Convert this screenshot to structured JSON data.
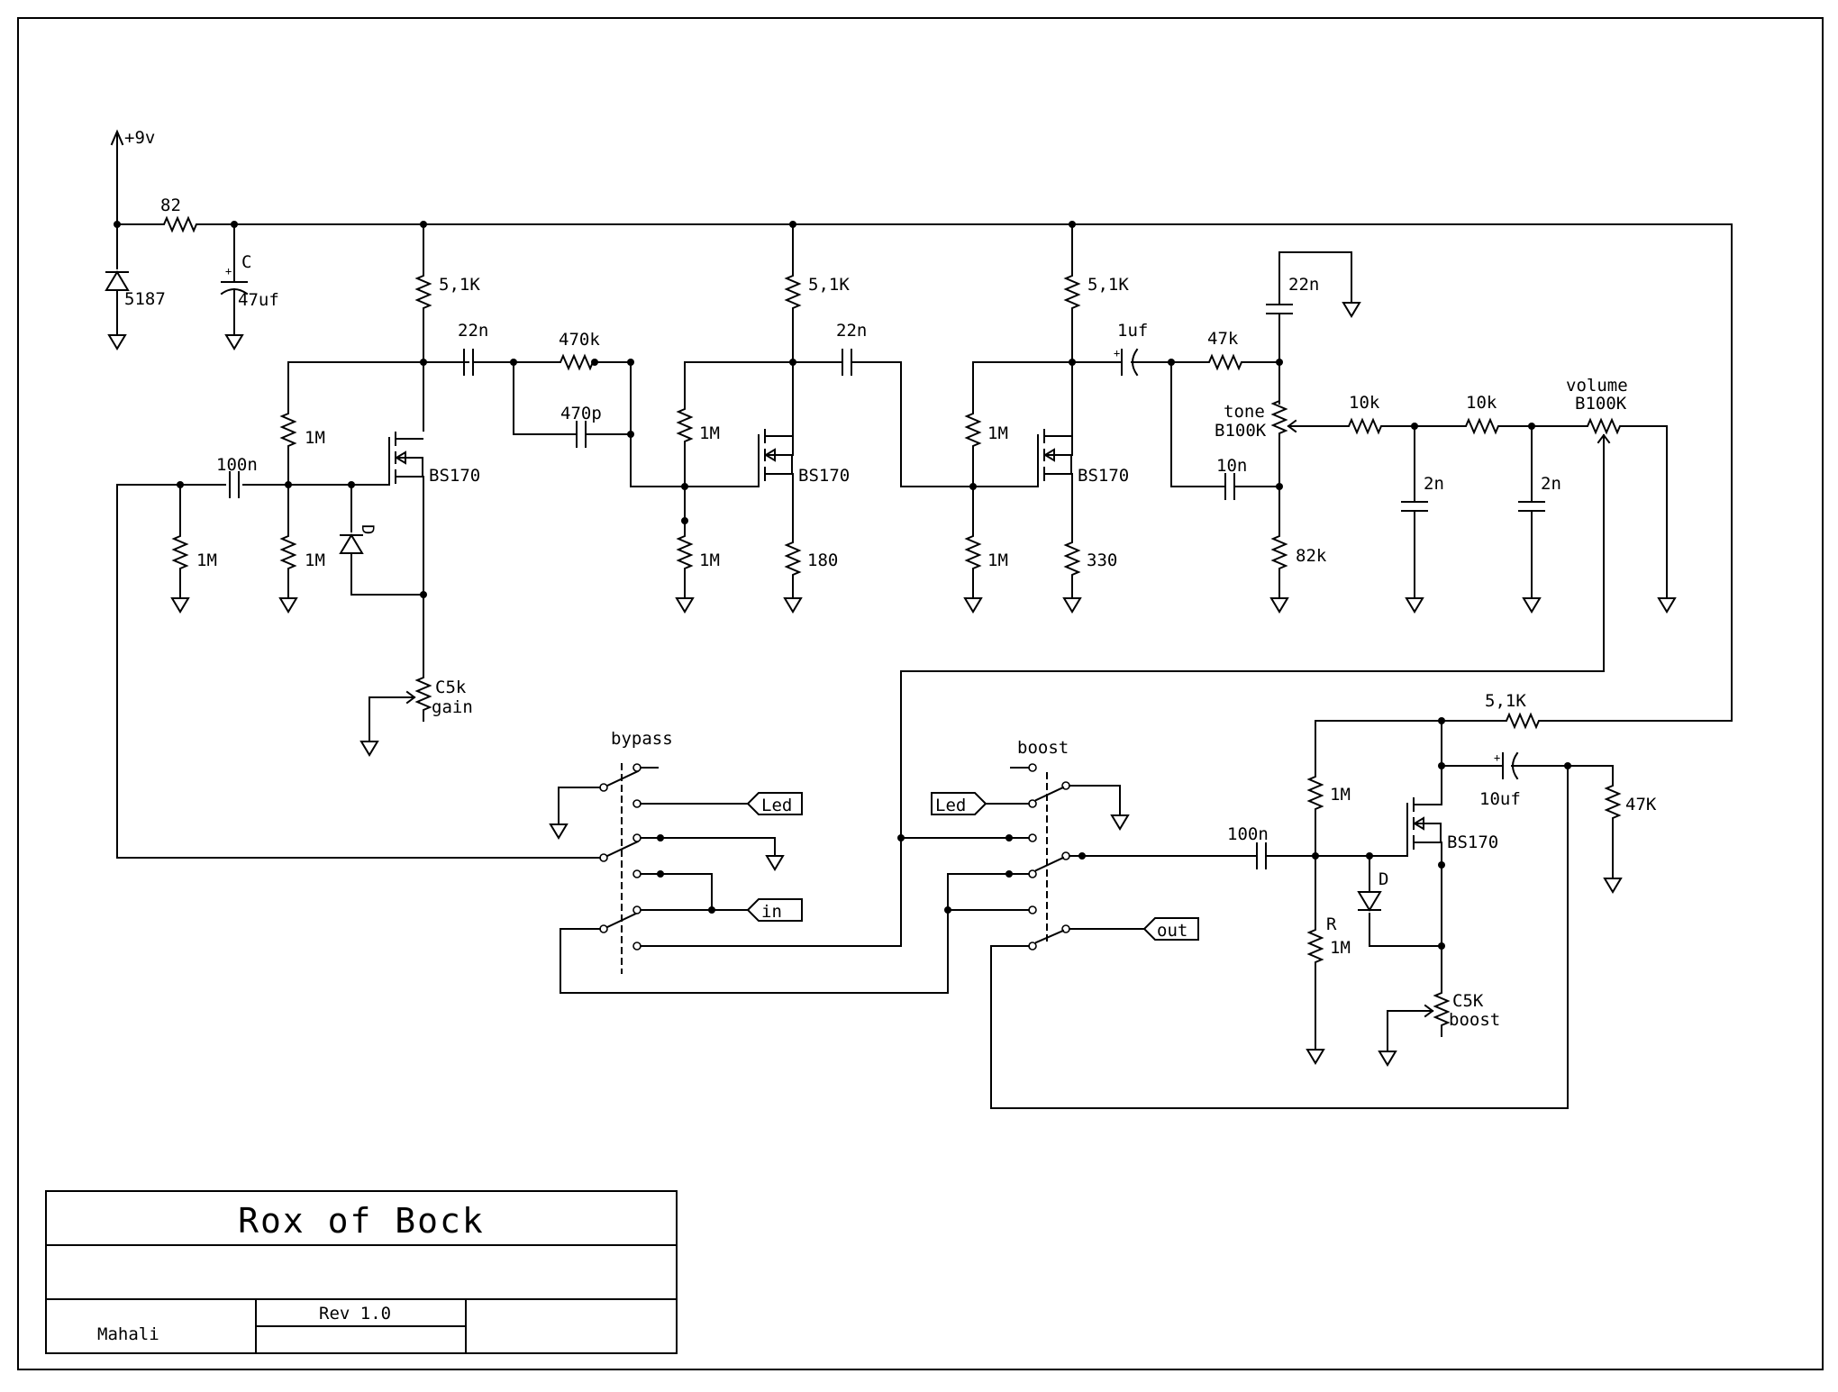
{
  "title_block": {
    "title": "Rox of Bock",
    "author": "Mahali",
    "revision": "Rev 1.0"
  },
  "power": {
    "supply": "+9v",
    "series_resistor": "82",
    "zener": "5187",
    "filter_cap_ref": "C",
    "filter_cap_value": "47uf"
  },
  "stage1": {
    "input_cap": "100n",
    "input_resistor": "1M",
    "bias_top": "1M",
    "bias_bottom": "1M",
    "drain_resistor": "5,1K",
    "mosfet": "BS170",
    "diode": "D",
    "gain_pot": "C5k",
    "gain_label": "gain",
    "coupling_cap": "22n",
    "feedback_resistor": "470k",
    "feedback_cap": "470p"
  },
  "stage2": {
    "drain_resistor": "5,1K",
    "bias_top": "1M",
    "bias_bottom": "1M",
    "mosfet": "BS170",
    "source_resistor": "180",
    "coupling_cap": "22n"
  },
  "stage3": {
    "drain_resistor": "5,1K",
    "bias_top": "1M",
    "bias_bottom": "1M",
    "mosfet": "BS170",
    "source_resistor": "330",
    "coupling_cap": "1uf"
  },
  "tone_stack": {
    "series_resistor": "47k",
    "top_cap": "22n",
    "bottom_cap": "10n",
    "pot_name": "tone",
    "pot_value": "B100K",
    "bottom_resistor": "82k",
    "filter_r1": "10k",
    "filter_r2": "10k",
    "filter_c1": "2n",
    "filter_c2": "2n",
    "volume_name": "volume",
    "volume_value": "B100K"
  },
  "switches": {
    "bypass_label": "bypass",
    "boost_label": "boost",
    "led_port_1": "Led",
    "led_port_2": "Led",
    "in_port": "in",
    "out_port": "out"
  },
  "boost_stage": {
    "drain_resistor": "5,1K",
    "output_cap": "10uf",
    "load_resistor": "47K",
    "bias_top": "1M",
    "bias_bottom_ref": "R",
    "bias_bottom_value": "1M",
    "input_cap": "100n",
    "mosfet": "BS170",
    "diode": "D",
    "pot_value": "C5K",
    "pot_label": "boost"
  }
}
